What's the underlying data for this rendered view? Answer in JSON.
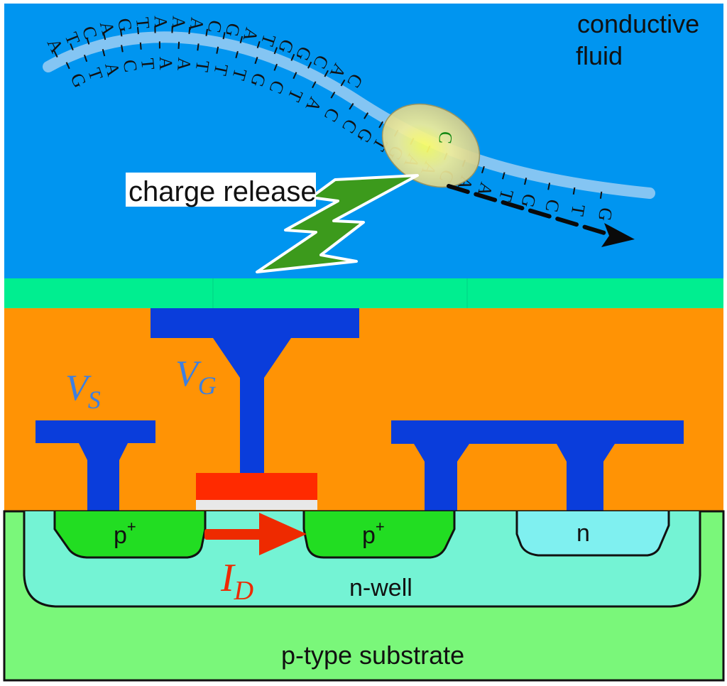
{
  "labels": {
    "conductive_fluid_line1": "conductive",
    "conductive_fluid_line2": "fluid",
    "charge_release": "charge release",
    "vs_main": "V",
    "vs_sub": "S",
    "vg_main": "V",
    "vg_sub": "G",
    "id_main": "I",
    "id_sub": "D",
    "p_plus": "p",
    "plus_sign": "+",
    "n_region": "n",
    "n_well": "n-well",
    "p_substrate": "p-type substrate"
  },
  "dna": {
    "top_strand": [
      "A",
      "T",
      "C",
      "A",
      "G",
      "T",
      "A",
      "A",
      "A",
      "C",
      "G",
      "A",
      "T",
      "G",
      "G",
      "C",
      "A",
      "C"
    ],
    "bottom_strand": [
      "G",
      "T",
      "A",
      "C",
      "T",
      "A",
      "A",
      "T",
      "T",
      "T",
      "G",
      "C",
      "T",
      "A",
      "C",
      "C",
      "G",
      "T",
      "G",
      "A",
      "A",
      "C",
      "A",
      "A",
      "T",
      "G",
      "C",
      "T",
      "G"
    ],
    "highlighted_base": "C"
  },
  "colors": {
    "fluid": "#0095f0",
    "passivation": "#00ee90",
    "oxide": "#ff9305",
    "metal": "#0a3ddb",
    "gate": "#ff2a00",
    "gate_oxide": "#e8e8e8",
    "substrate": "#7af77a",
    "nwell": "#74f3d4",
    "p_plus": "#22dd22",
    "n_region": "#7ff0f0",
    "current_arrow": "#ee2a00",
    "polymerase": "#e6e0a0",
    "bolt": "#3c9a1c",
    "highlight_base": "#118811"
  }
}
